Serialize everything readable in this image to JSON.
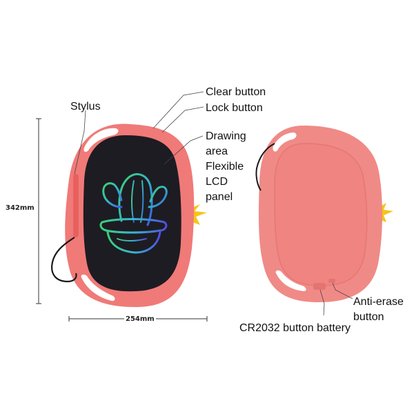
{
  "callouts": {
    "clear_button": "Clear button",
    "lock_button": "Lock button",
    "stylus": "Stylus",
    "drawing_area": [
      "Drawing",
      "area",
      "Flexible",
      "LCD",
      "panel"
    ],
    "anti_erase": [
      "Anti-erase",
      "button"
    ],
    "battery": "CR2032 button battery"
  },
  "dimensions": {
    "height": "342mm",
    "width": "254mm"
  },
  "colors": {
    "tablet_body": "#f07a78",
    "tablet_back": "#f08a86",
    "screen": "#1d1c22",
    "chick": "#f5c518"
  }
}
